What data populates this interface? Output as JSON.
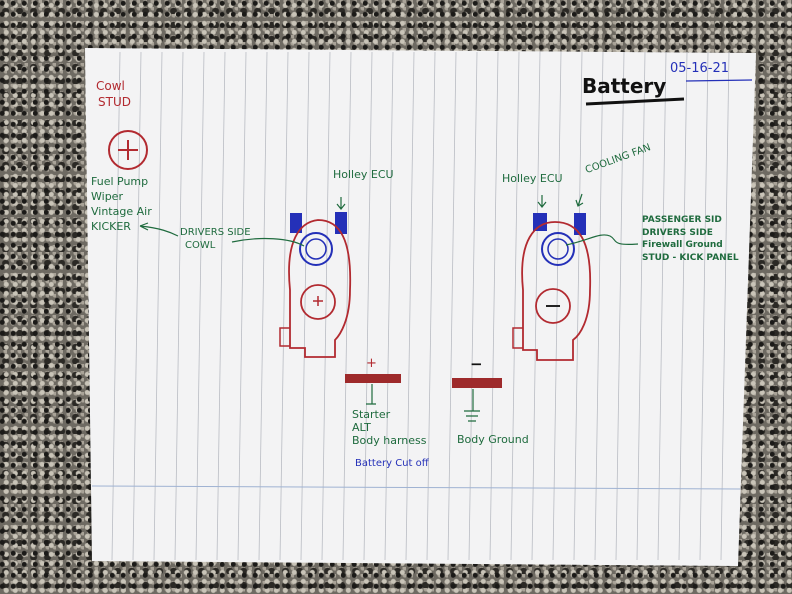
{
  "title": "Battery",
  "date": "05-16-21",
  "left_note": {
    "line1": "Cowl",
    "line2": "Stud",
    "symbol": "+",
    "items": [
      "Fuel Pump",
      "Wiper",
      "Vintage Air",
      "Kicker"
    ]
  },
  "left_battery": {
    "ecu_label": "Holley ECU",
    "cowl_label_1": "Drivers side",
    "cowl_label_2": "cowl",
    "terminal": "+"
  },
  "right_battery": {
    "ecu_label": "Holley ECU",
    "fan_label": "Cooling Fan",
    "terminal": "−",
    "notes": [
      "Passenger Sid",
      "Drivers Side",
      "Firewall Ground",
      "Stud - Kick Panel"
    ]
  },
  "positive_bus": {
    "symbol": "+",
    "items": [
      "Starter",
      "ALT",
      "Body harness"
    ],
    "cutoff": "Battery Cut off"
  },
  "negative_bus": {
    "symbol": "−",
    "label": "Body Ground"
  },
  "colors": {
    "red": "#b22a30",
    "green": "#1f6b3e",
    "blue": "#2430b8",
    "bar": "#9e2a2b"
  }
}
